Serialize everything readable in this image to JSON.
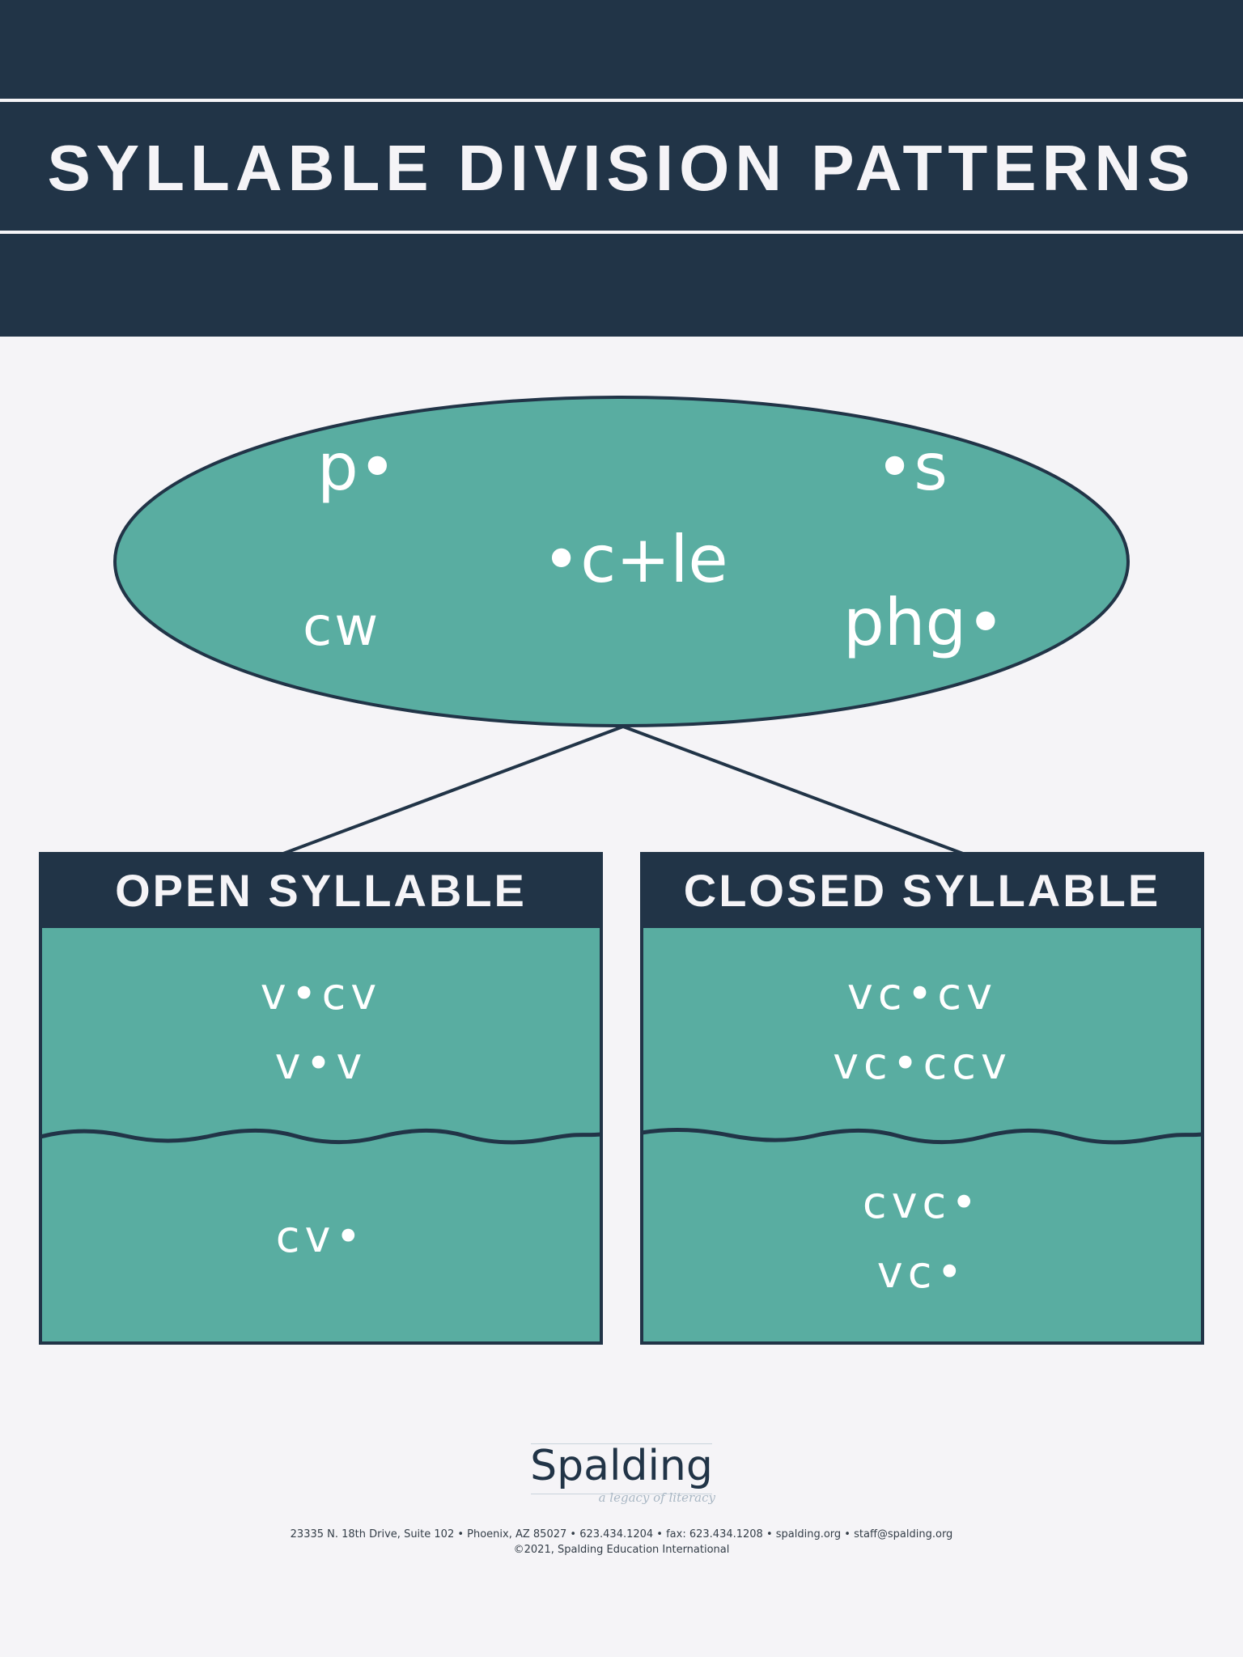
{
  "header": {
    "title": "SYLLABLE DIVISION PATTERNS"
  },
  "oval": {
    "patterns": {
      "p_dot": "p•",
      "dot_s": "•s",
      "c_le": "•c+le",
      "cw": "cw",
      "phg": "phg•"
    }
  },
  "open_syllable": {
    "title": "OPEN SYLLABLE",
    "upper": [
      "v•cv",
      "v•v"
    ],
    "lower": [
      "cv•"
    ]
  },
  "closed_syllable": {
    "title": "CLOSED SYLLABLE",
    "upper": [
      "vc•cv",
      "vc•ccv"
    ],
    "lower": [
      "cvc•",
      "vc•"
    ]
  },
  "logo": {
    "name": "Spalding",
    "tagline": "a legacy of literacy"
  },
  "footer": {
    "address": "23335 N. 18th Drive, Suite 102 • Phoenix, AZ 85027 • 623.434.1204 • fax: 623.434.1208 • spalding.org • staff@spalding.org",
    "copyright": "©2021, Spalding Education International"
  },
  "colors": {
    "navy": "#213447",
    "teal": "#59ada1",
    "background": "#f5f4f7",
    "text_light": "#ffffff"
  }
}
